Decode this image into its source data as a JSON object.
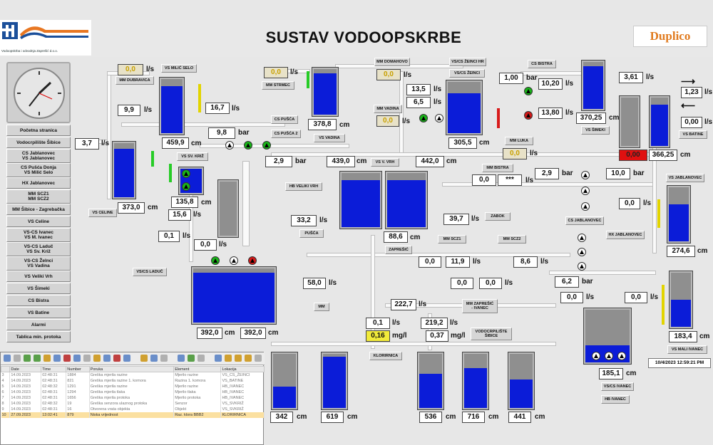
{
  "header": {
    "title": "SUSTAV VODOOPSKRBE",
    "company_text": "Vodoopskrba i odvodnja Zaprešić d.o.o.",
    "brand_logo": "Duplico"
  },
  "colors": {
    "tank_water": "#0b1cd8",
    "pump_on": "#19b519",
    "pump_fault": "#d51919",
    "alarm_value": "#e01010",
    "highlight_value": "#f1ea3a"
  },
  "nav": {
    "items": [
      "Početna stranica",
      "Vodocrpilište Šibice",
      "CS Jablanovec\nVS Jablanovec",
      "CS Pušća Donja\nVS Milić Selo",
      "HX Jablanovec",
      "MM SCZ1\nMM SCZ2",
      "MM Šibice - Zagrebačka",
      "VS Celine",
      "VS-CS Ivanec\nVS M. Ivanec",
      "VS-CS Laduč\nVS Sv. Križ",
      "VS-CS Želnci\nVS Vadina",
      "VS Veliki Vrh",
      "VS Šimeki",
      "CS Bistra",
      "VS Batine",
      "Alarmi",
      "Tablica min. protoka"
    ]
  },
  "labels": {
    "mm_dubravica": "MM DUBRAVICA",
    "vs_milic_selo": "VS MILIĆ SELO",
    "mm_strmec": "MM STRMEC",
    "mm_domahovo": "MM DOMAHOVO",
    "vs_cs_zeinci_hr": "VS/CS ŽEINCI HR",
    "vs_cs_zeinci": "VS/CS ŽEINCI",
    "cs_bistra": "CS BISTRA",
    "mm_vadina": "MM VADINA",
    "cs_pusca": "CS PUŠĆA",
    "cs_pusca_2": "CS PUŠĆA 2",
    "vs_vadina": "VS VADINA",
    "vs_simeki": "VS ŠIMEKI",
    "vs_batine": "VS BATINE",
    "mm_luka": "MM LUKA",
    "vs_sv_kriz": "VS SV. KRIŽ",
    "vs_v_vrh": "VS V. VRH",
    "mm_bistra": "MM BISTRA",
    "vs_jablanovec": "VS JABLANOVEC",
    "hb_veliki_vrh": "HB VELIKI VRH",
    "vs_celine": "VS CELINE",
    "zabok": "ZABOK",
    "cs_jablanovec": "CS JABLANOVEC",
    "pusca": "PUŠĆA",
    "hx_jablanovec": "HX JABLANOVEC",
    "mm_scz1": "MM SCZ1",
    "mm_scz2": "MM SCZ2",
    "zapresic": "ZAPREŠIĆ",
    "vs_cs_laduc": "VS/CS LADUČ",
    "mm": "MM",
    "mm_zapresic_ivanec": "MM ZAPREŠIĆ\n- IVANEC",
    "vodocrpiliste_sibice": "VODOCRPILIŠTE\nŠIBICE",
    "klorirnica": "KLORIRNICA",
    "vs_mali_ivanec": "VS MALI IVANEC",
    "vs_cs_ivanec": "VS/CS IVANEC",
    "hb_ivanec": "HB IVANEC"
  },
  "values": {
    "mm_dubravica_flow": "0,0",
    "milic_flow": "9,9",
    "milic_level": "459,9",
    "flow_16_7": "16,7",
    "pressure_9_8": "9,8",
    "celine_flow": "3,7",
    "celine_level": "373,0",
    "sv_kriz_level": "135,8",
    "sv_kriz_flow": "15,6",
    "flow_0_1": "0,1",
    "strmec_flow": "0,0",
    "vadina_level": "378,8",
    "pressure_2_9": "2,9",
    "domahovo_flow": "0,0",
    "flow_13_5": "13,5",
    "flow_6_5": "6,5",
    "vadina_flow": "0,0",
    "zeinci_level": "305,5",
    "bistra_pressure": "1,00",
    "flow_10_20": "10,20",
    "flow_13_80": "13,80",
    "simeki_flow": "3,61",
    "simeki_level": "370,25",
    "batine_flow_in": "1,23",
    "batine_flow_out": "0,00",
    "batine_alarm": "0,00",
    "batine_level": "366,25",
    "vvrh_level_1": "439,0",
    "vvrh_level_2": "442,0",
    "luka_flow": "0,0",
    "bistra_flow": "0,0",
    "bistra_stars": "***",
    "jablanovec_pressure": "2,9",
    "jablanovec_pressure_2": "10,0",
    "jablanovec_flow": "0,0",
    "jablanovec_level": "274,6",
    "pusca_flow": "33,2",
    "zabok_flow": "39,7",
    "zapresic_level": "88,6",
    "laduc_flow": "0,0",
    "scz1_flow_a": "0,0",
    "scz1_flow_b": "11,9",
    "scz2_flow": "8,6",
    "mm_flow": "58,0",
    "mz_ivanec_flow_a": "0,0",
    "mz_ivanec_flow_b": "0,0",
    "laduc_level_1": "392,0",
    "laduc_level_2": "392,0",
    "ivanec_pressure": "6,2",
    "ivanec_flow_a": "0,0",
    "ivanec_flow_b": "0,0",
    "mali_ivanec_level": "183,4",
    "ivanec_level": "185,1",
    "kl_flow_222": "222,7",
    "kl_flow_0_1": "0,1",
    "kl_flow_219": "219,2",
    "kl_chlor_1": "0,16",
    "kl_chlor_2": "0,37",
    "well_1": "342",
    "well_2": "619",
    "well_3": "536",
    "well_4": "716",
    "well_5": "441"
  },
  "units": {
    "flow": "l/s",
    "level": "cm",
    "pressure": "bar",
    "chlorine": "mg/l"
  },
  "datetime": "10/4/2023 12:59:21 PM",
  "alarms": {
    "columns": [
      "",
      "Date",
      "Time",
      "Number",
      "Poruka",
      "Element",
      "Lokacija"
    ],
    "rows": [
      [
        "3",
        "14.09.2023",
        "02:48:31",
        "1884",
        "Greška mjerila razine",
        "Mjerilo razine",
        "VS_CS_ŽEINCI"
      ],
      [
        "4",
        "14.09.2023",
        "02:48:31",
        "821",
        "Greška mjerila razine 1. komora",
        "Razina 1. komora",
        "VS_BATINE"
      ],
      [
        "5",
        "14.09.2023",
        "02:48:32",
        "1291",
        "Greška mjerila razine",
        "Mjerilo razine",
        "HB_IVANEC"
      ],
      [
        "6",
        "14.09.2023",
        "02:48:31",
        "1294",
        "Greška mjerila tlaka",
        "Mjerilo tlaka",
        "HB_IVANEC"
      ],
      [
        "7",
        "14.09.2023",
        "02:48:31",
        "1656",
        "Greška mjerila protoka",
        "Mjerilo protoka",
        "HB_IVANEC"
      ],
      [
        "8",
        "14.09.2023",
        "02:48:32",
        "19",
        "Greška senzora ulaznog protoka",
        "Senzor",
        "VS_SVKRIŽ"
      ],
      [
        "9",
        "14.09.2023",
        "02:48:31",
        "16",
        "Otvorena vrata objekta",
        "Objekt",
        "VS_SVKRIŽ"
      ],
      [
        "10",
        "27.09.2023",
        "13:02:41",
        "879",
        "Niska vrijednost",
        "Raz. klora BBB2",
        "KLORIRNICA"
      ]
    ]
  }
}
